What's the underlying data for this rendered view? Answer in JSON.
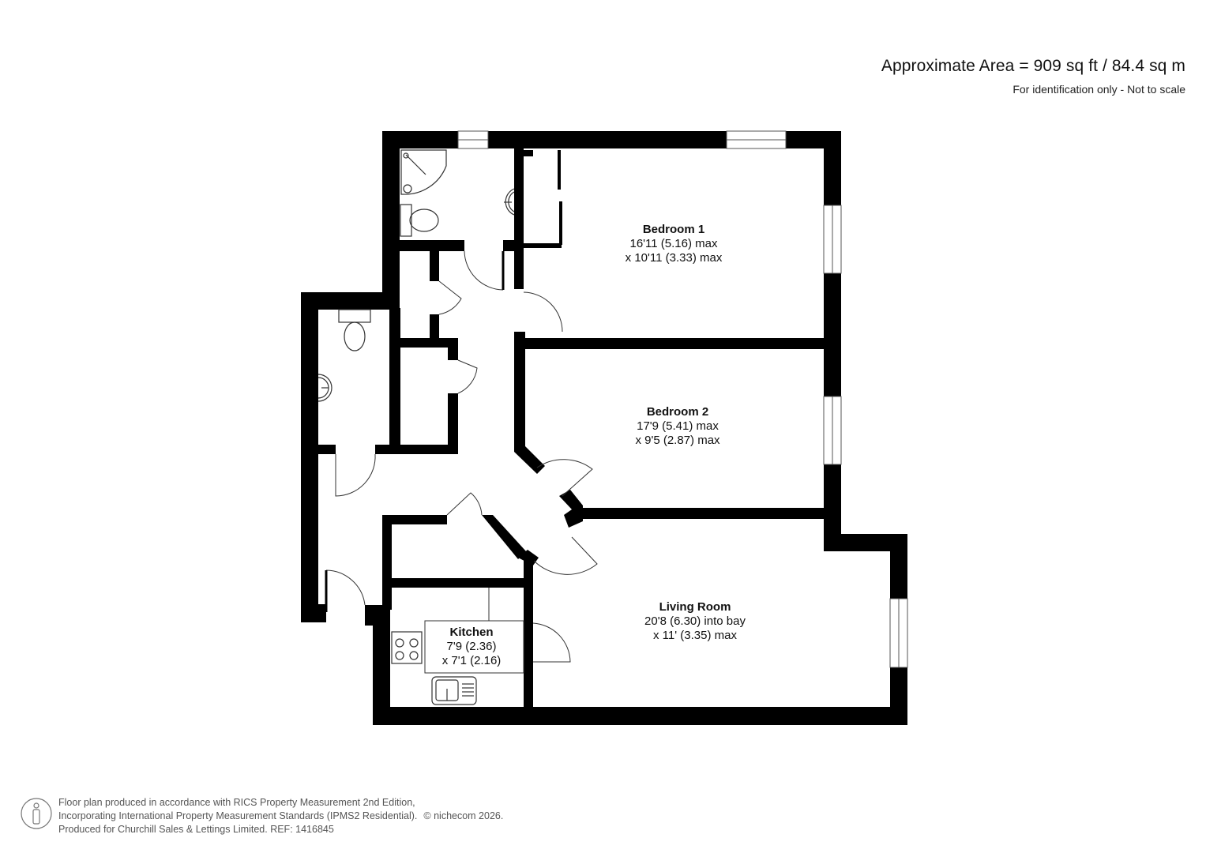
{
  "header": {
    "area_title": "Approximate Area = 909 sq ft / 84.4 sq m",
    "disclaimer": "For identification only - Not to scale"
  },
  "rooms": [
    {
      "name": "Bedroom 1",
      "dim1": "16'11 (5.16) max",
      "dim2": "x 10'11 (3.33) max"
    },
    {
      "name": "Bedroom 2",
      "dim1": "17'9 (5.41) max",
      "dim2": "x 9'5 (2.87) max"
    },
    {
      "name": "Living Room",
      "dim1": "20'8 (6.30) into bay",
      "dim2": "x 11' (3.35) max"
    },
    {
      "name": "Kitchen",
      "dim1": "7'9 (2.36)",
      "dim2": "x 7'1 (2.16)"
    }
  ],
  "fixtures": [
    "shower-icon",
    "toilet-icon",
    "basin-icon",
    "hob-icon",
    "sink-icon",
    "wardrobe-icon"
  ],
  "colors": {
    "wall": "#000000",
    "background": "#ffffff",
    "line": "#555555",
    "footer_text": "#555555"
  },
  "footer": {
    "line1": "Floor plan produced in accordance with RICS Property Measurement 2nd Edition,",
    "line2": "Incorporating International Property Measurement Standards (IPMS2 Residential).",
    "copyright": "© nichecom 2026.",
    "line3": "Produced for Churchill Sales & Lettings Limited.   REF: 1416845"
  }
}
